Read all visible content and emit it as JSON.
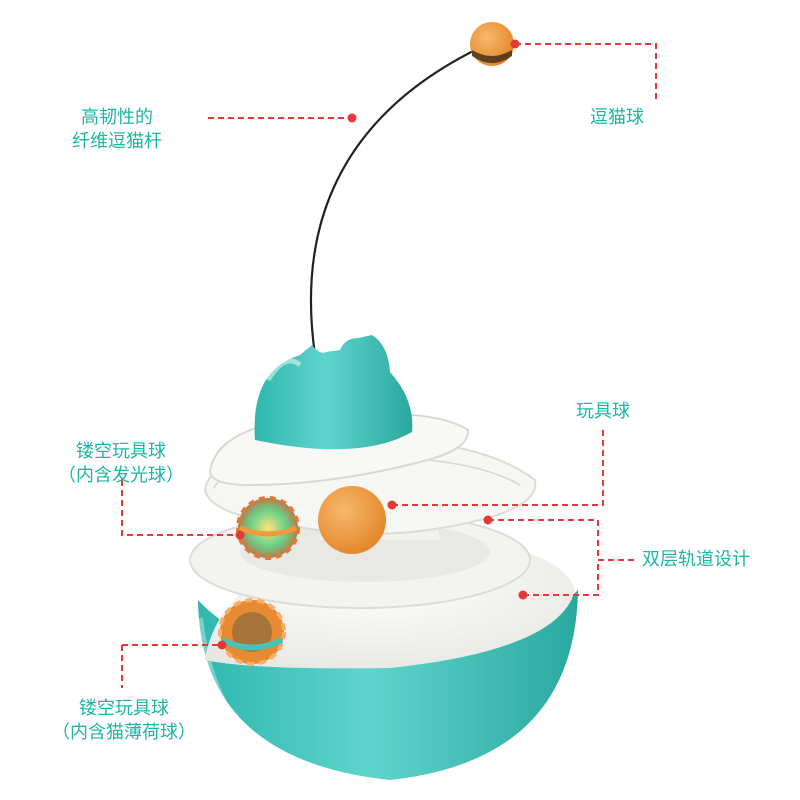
{
  "labels": {
    "rod": {
      "line1": "高韧性的",
      "line2": "纤维逗猫杆"
    },
    "cat_ball": "逗猫球",
    "toy_ball": "玩具球",
    "hollow_glow": {
      "line1": "镂空玩具球",
      "line2": "（内含发光球）"
    },
    "double_track": "双层轨道设计",
    "hollow_mint": {
      "line1": "镂空玩具球",
      "line2": "（内含猫薄荷球）"
    }
  },
  "colors": {
    "label_text": "#1fb5a4",
    "callout_line": "#e53935",
    "teal": "#3fc4bc",
    "ball_orange": "#f29a3a",
    "track_white": "#f4f4f2"
  }
}
